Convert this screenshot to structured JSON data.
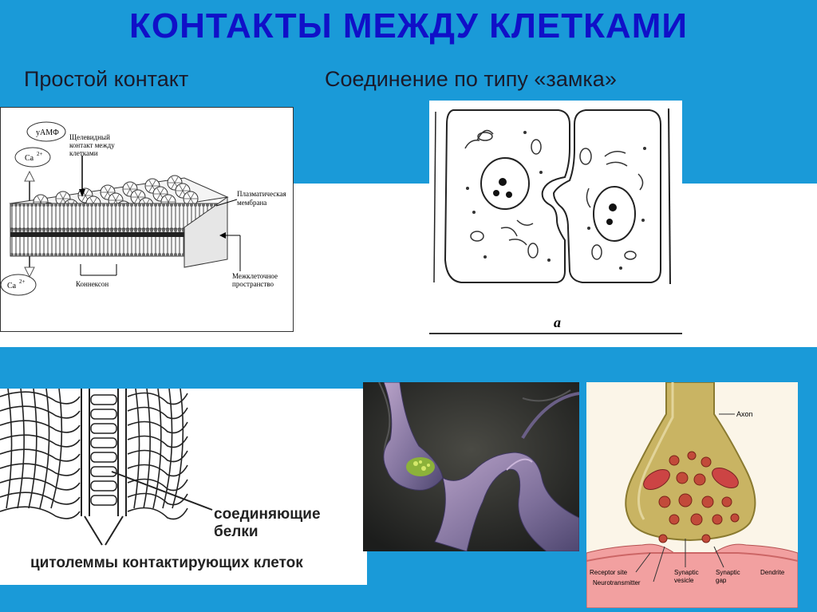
{
  "title": "КОНТАКТЫ МЕЖДУ КЛЕТКАМИ",
  "subtitles": {
    "simple": "Простой контакт",
    "lock": "Соединение по типу «замка»"
  },
  "figure1": {
    "camp": "уАМФ",
    "ca_top": "Ca",
    "ca_bottom": "Ca",
    "charge": "2+",
    "gap_contact": [
      "Щелевидный",
      "контакт между",
      "клетками"
    ],
    "membrane": [
      "Плазматическая",
      "мембрана"
    ],
    "connexon": "Коннексон",
    "intercellular": [
      "Межклеточное",
      "пространство"
    ]
  },
  "figure2": {
    "caption": "a"
  },
  "figure3": {
    "proteins": "соединяющие белки",
    "cytolemmas": "цитолеммы контактирующих клеток"
  },
  "figure5": {
    "axon": "Axon",
    "receptor": "Receptor site",
    "neurotransmitter": "Neurotransmitter",
    "vesicle": [
      "Synaptic",
      "vesicle"
    ],
    "gap": [
      "Synaptic",
      "gap"
    ],
    "dendrite": "Dendrite"
  },
  "colors": {
    "background": "#1a9ad8",
    "title": "#1010c8",
    "band": "#ffffff"
  }
}
